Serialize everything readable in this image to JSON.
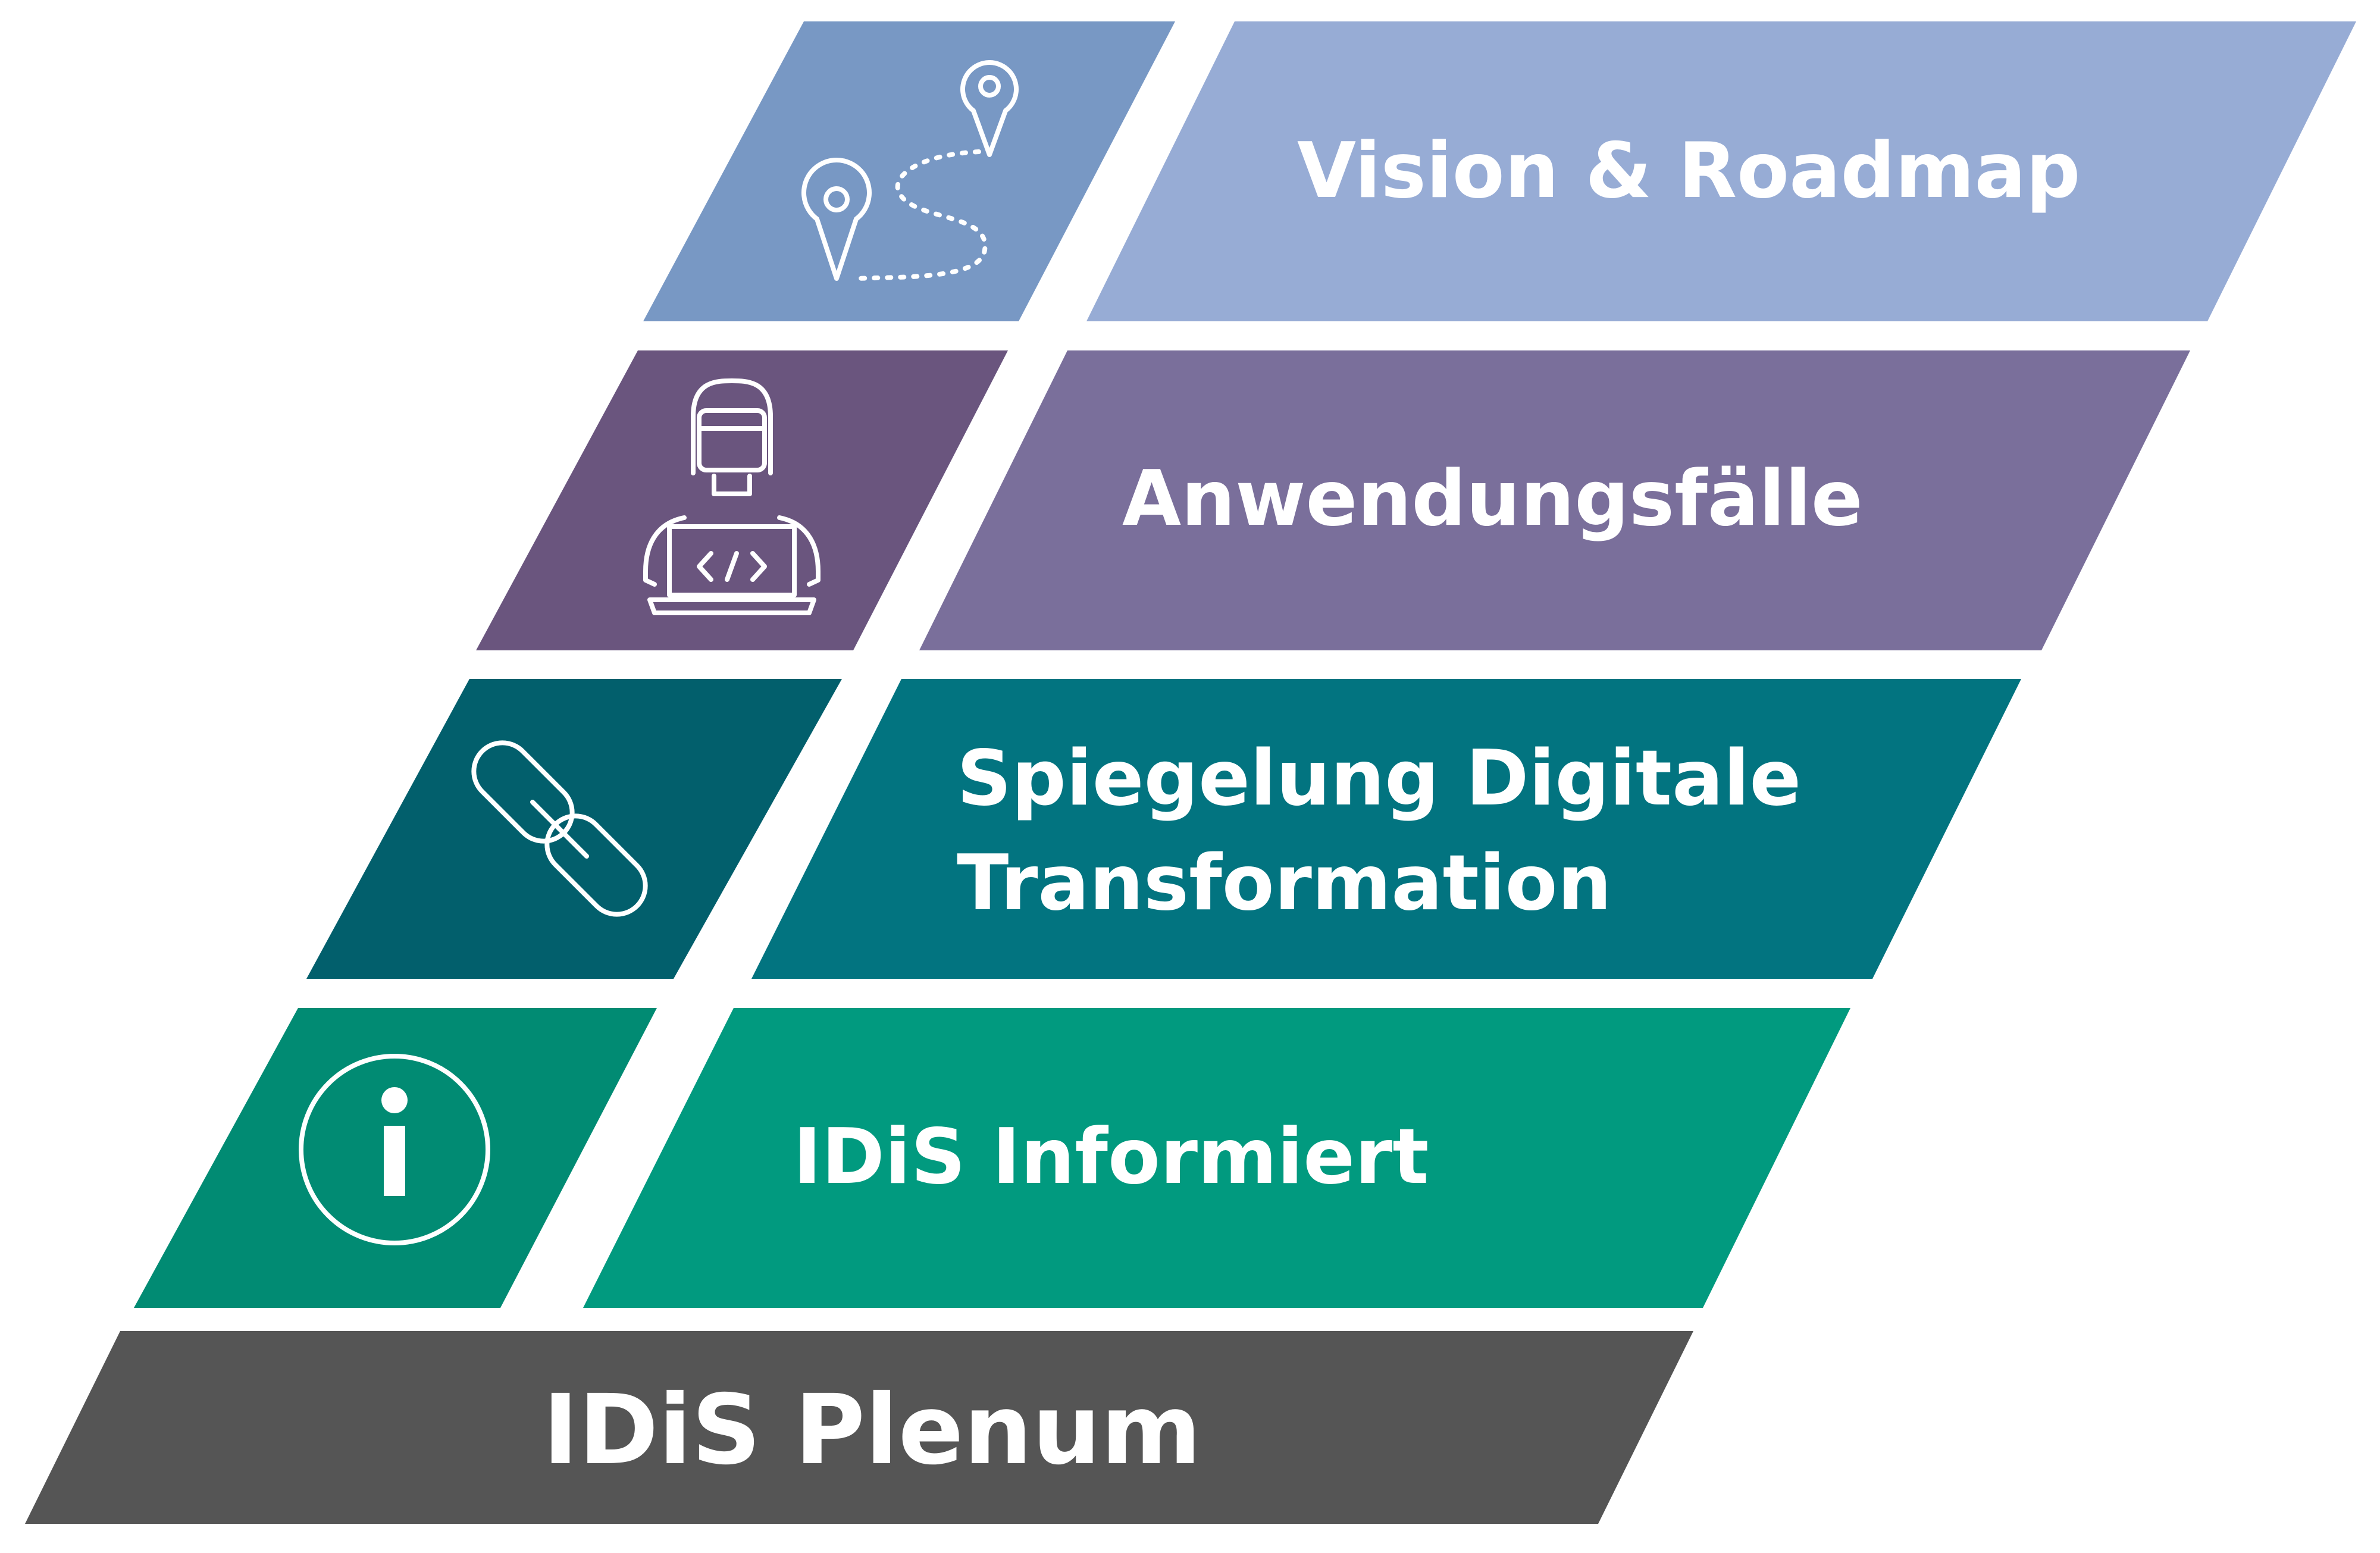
{
  "layers": [
    {
      "id": "vision",
      "title_lines": [
        "Vision & Roadmap"
      ],
      "icon": "map-route-icon",
      "color_icon_block": "#7898c4",
      "color_label_block": "#97acd5"
    },
    {
      "id": "usecases",
      "title_lines": [
        "Anwendungsfälle"
      ],
      "icon": "developer-laptop-icon",
      "color_icon_block": "#6a557e",
      "color_label_block": "#7a6f9b"
    },
    {
      "id": "mirroring",
      "title_lines": [
        "Spiegelung Digitale",
        "Transformation"
      ],
      "icon": "chain-link-icon",
      "color_icon_block": "#025f6c",
      "color_label_block": "#027480"
    },
    {
      "id": "informed",
      "title_lines": [
        "IDiS Informiert"
      ],
      "icon": "info-icon",
      "color_icon_block": "#018b73",
      "color_label_block": "#019a7f"
    }
  ],
  "base": {
    "title": "IDiS Plenum",
    "color": "#555555"
  }
}
